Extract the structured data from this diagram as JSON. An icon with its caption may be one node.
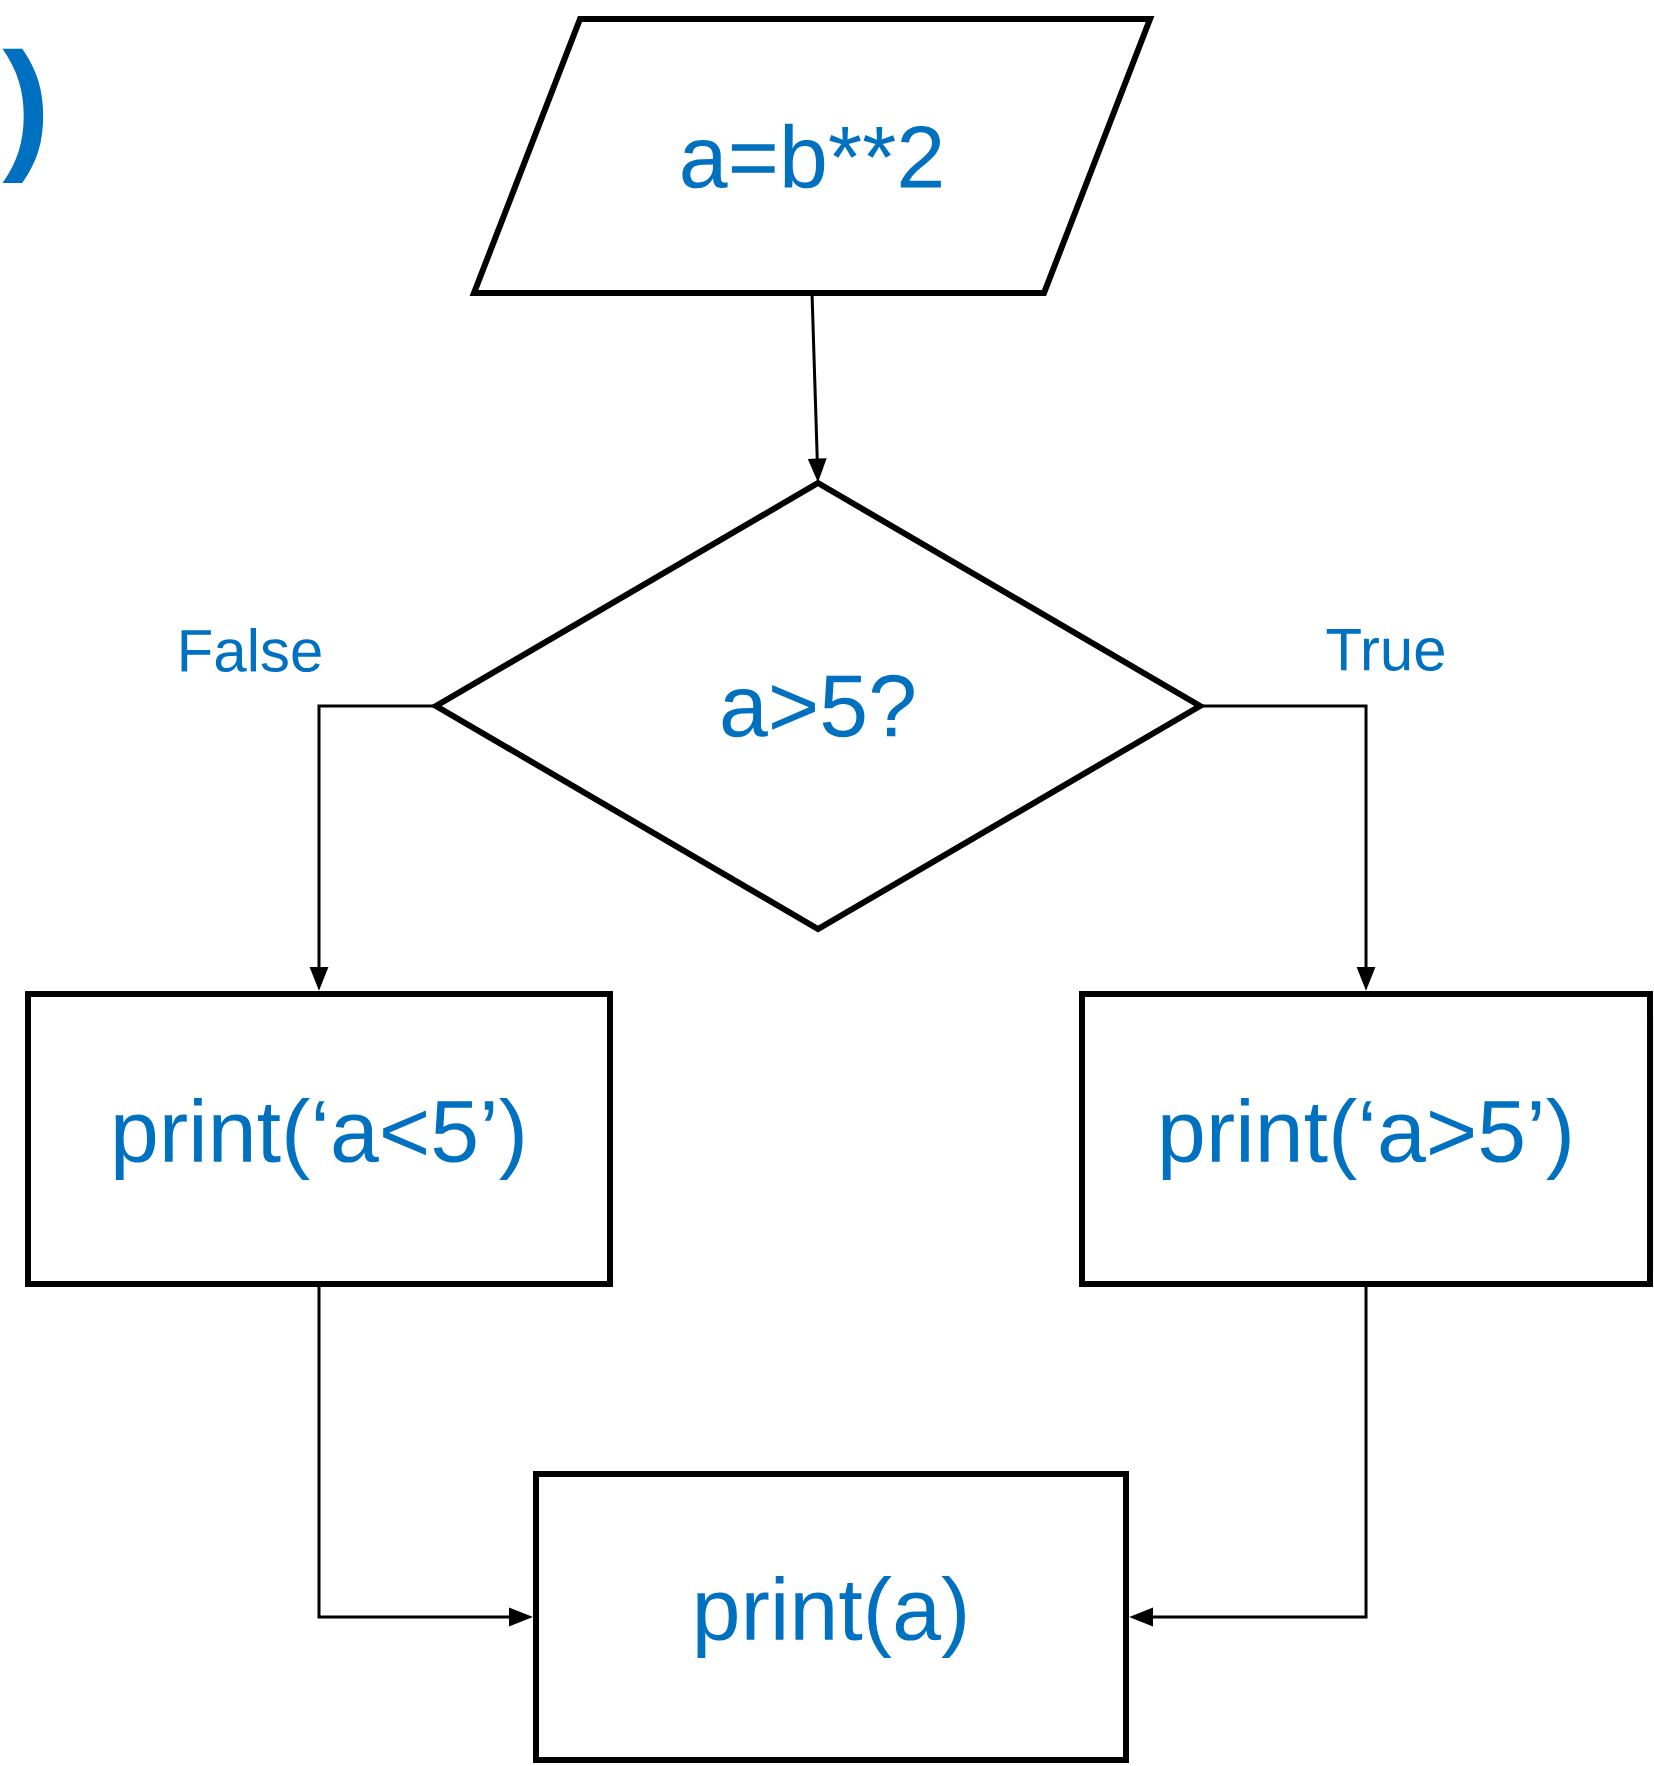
{
  "diagram": {
    "nodes": [
      {
        "text": [
          "a=b**2"
        ]
      },
      {
        "text": [
          "a>5?"
        ]
      },
      {
        "text": [
          "print(‘a<5’)"
        ]
      },
      {
        "text": [
          "print(‘a>5’)"
        ]
      },
      {
        "text": [
          "print(a)"
        ]
      }
    ],
    "edges": [
      {
        "from": 0,
        "to": 1,
        "arrow": "to"
      },
      {
        "from": 1,
        "to": 2,
        "arrow": "to",
        "label": "False"
      },
      {
        "from": 1,
        "to": 3,
        "arrow": "to",
        "label": "True"
      },
      {
        "from": 2,
        "to": 4,
        "arrow": "to"
      },
      {
        "from": 3,
        "to": 4,
        "arrow": "to"
      }
    ],
    "labels": [
      ")"
    ]
  }
}
